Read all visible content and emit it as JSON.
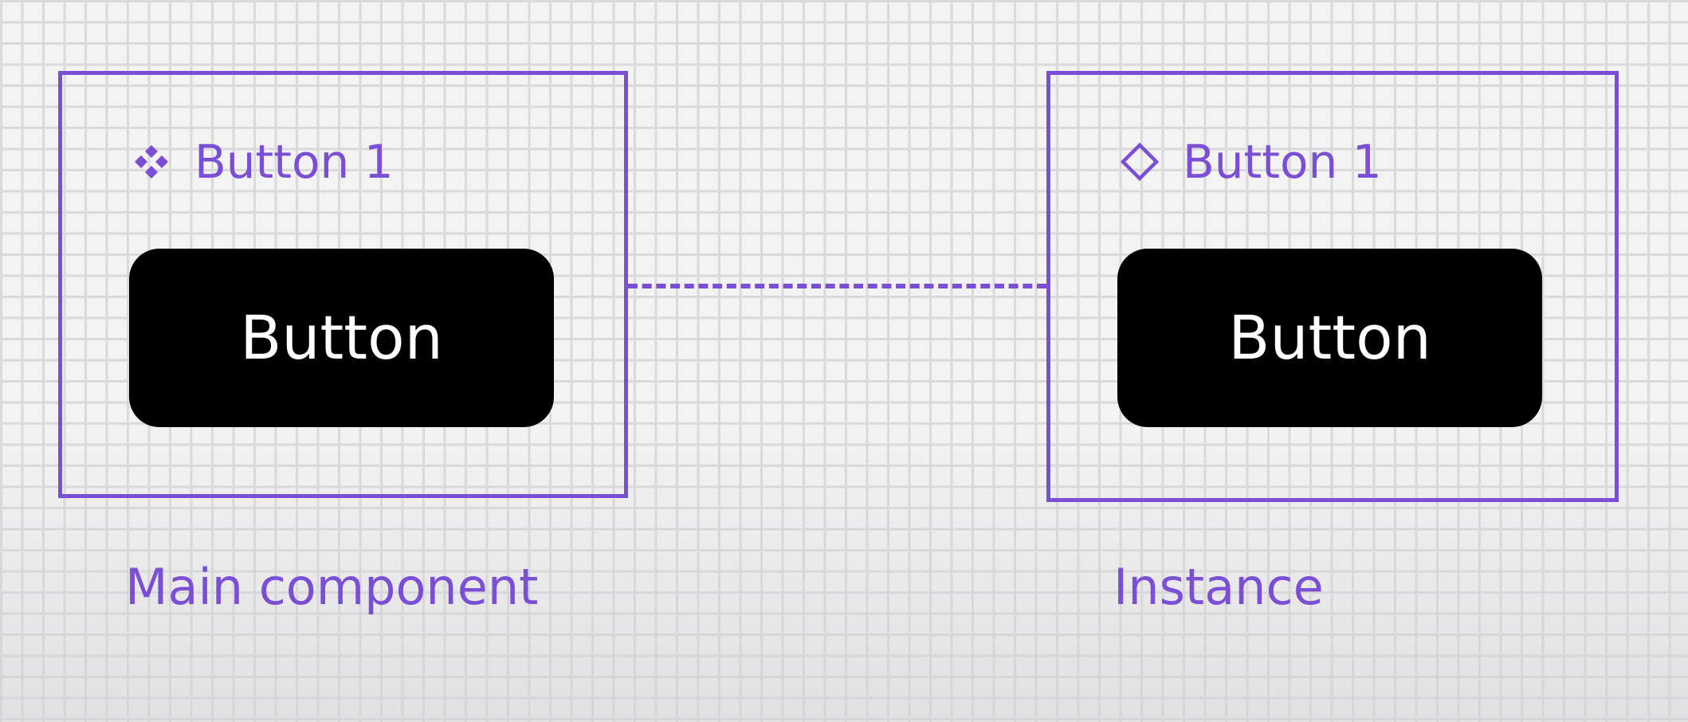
{
  "colors": {
    "accent": "#7a4fd6",
    "button_bg": "#000000",
    "button_text": "#ffffff",
    "canvas_bg": "#f3f3f4",
    "grid_line": "#dadadc"
  },
  "main_component": {
    "icon": "component-icon",
    "title": "Button 1",
    "button_label": "Button",
    "caption": "Main component"
  },
  "instance": {
    "icon": "instance-icon",
    "title": "Button 1",
    "button_label": "Button",
    "caption": "Instance"
  }
}
